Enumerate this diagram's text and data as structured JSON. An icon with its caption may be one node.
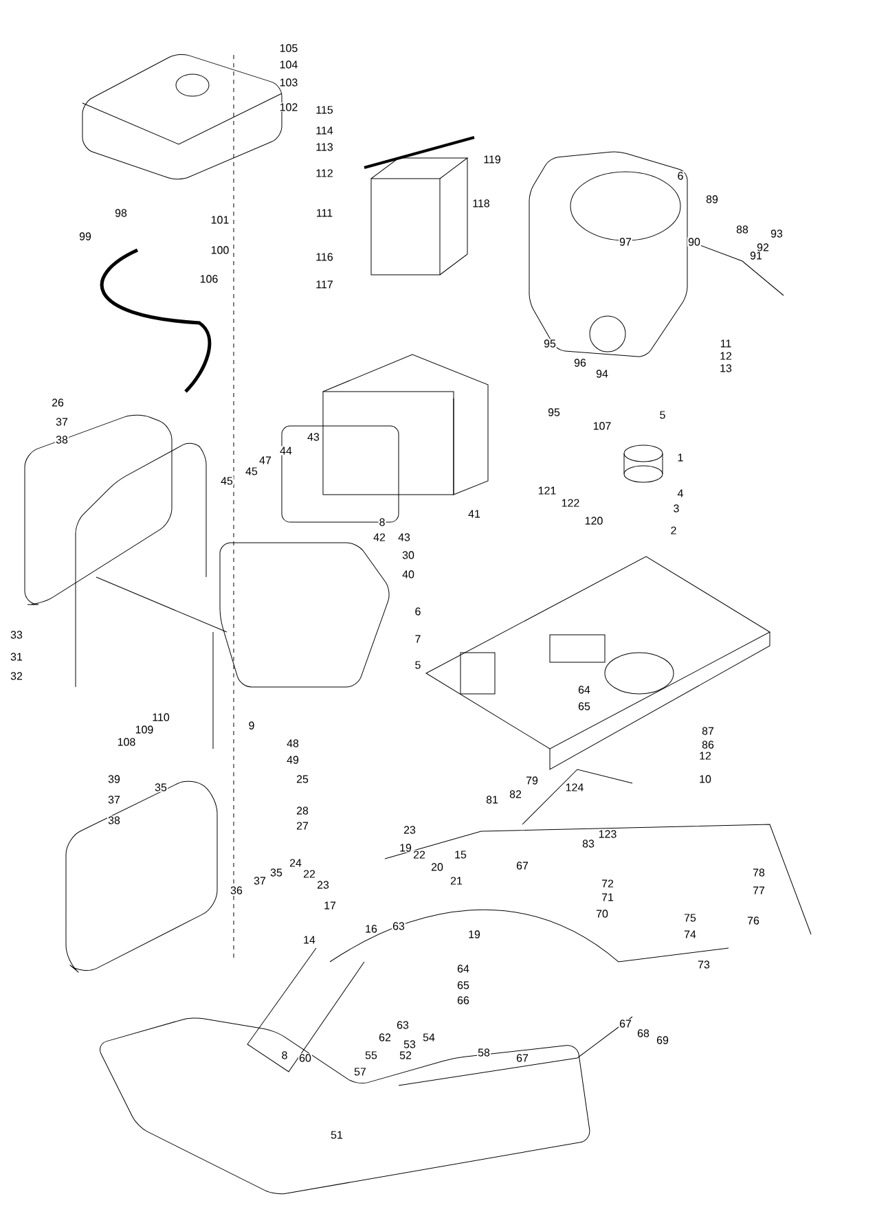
{
  "diagram": {
    "labels": [
      "105",
      "104",
      "103",
      "102",
      "115",
      "114",
      "113",
      "112",
      "111",
      "116",
      "117",
      "119",
      "118",
      "6",
      "89",
      "88",
      "93",
      "92",
      "97",
      "90",
      "91",
      "101",
      "100",
      "98",
      "99",
      "106",
      "11",
      "12",
      "13",
      "95",
      "96",
      "94",
      "95",
      "107",
      "5",
      "1",
      "4",
      "3",
      "2",
      "26",
      "37",
      "38",
      "45",
      "45",
      "47",
      "44",
      "43",
      "8",
      "42",
      "43",
      "41",
      "30",
      "40",
      "6",
      "7",
      "5",
      "33",
      "31",
      "32",
      "9",
      "110",
      "109",
      "108",
      "48",
      "49",
      "121",
      "122",
      "120",
      "64",
      "65",
      "87",
      "86",
      "12",
      "10",
      "39",
      "37",
      "38",
      "35",
      "36",
      "37",
      "35",
      "25",
      "28",
      "27",
      "23",
      "19",
      "24",
      "22",
      "23",
      "22",
      "20",
      "21",
      "17",
      "16",
      "63",
      "14",
      "15",
      "19",
      "64",
      "65",
      "66",
      "81",
      "82",
      "79",
      "124",
      "123",
      "83",
      "67",
      "72",
      "71",
      "70",
      "78",
      "77",
      "76",
      "75",
      "74",
      "73",
      "67",
      "68",
      "69",
      "58",
      "67",
      "8",
      "60",
      "63",
      "62",
      "53",
      "54",
      "52",
      "55",
      "57",
      "51"
    ]
  }
}
